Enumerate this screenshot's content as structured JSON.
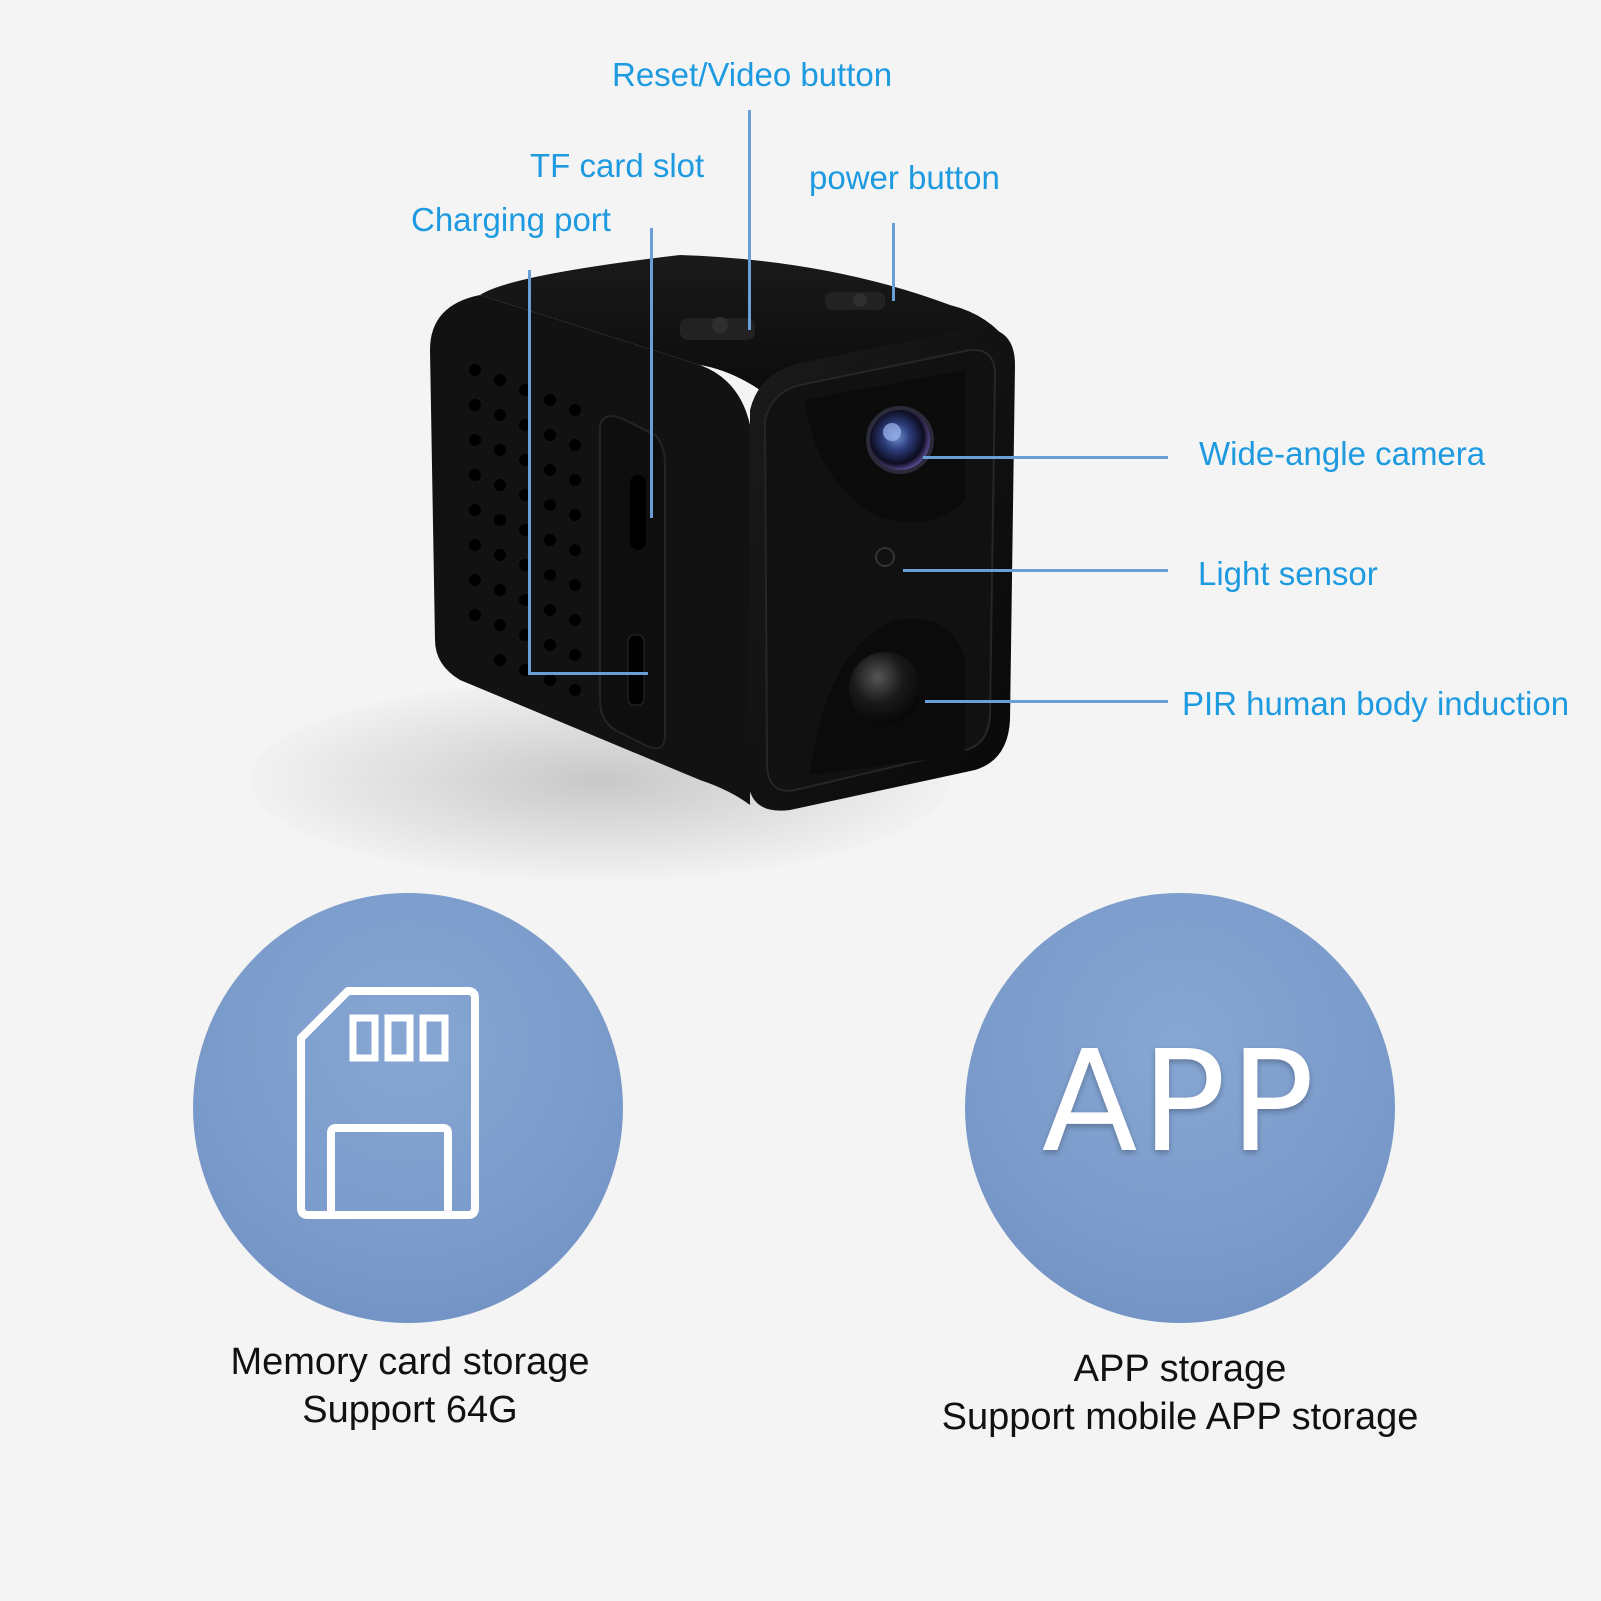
{
  "callouts": {
    "reset_video": "Reset/Video button",
    "tf_card": "TF card slot",
    "charging": "Charging port",
    "power": "power button",
    "wide_angle": "Wide-angle camera",
    "light_sensor": "Light sensor",
    "pir": "PIR human body induction"
  },
  "features": {
    "memory": {
      "line1": "Memory card storage",
      "line2": "Support 64G"
    },
    "app": {
      "icon_text": "APP",
      "line1": "APP storage",
      "line2": "Support mobile APP storage"
    }
  },
  "colors": {
    "callout_text": "#1e9ae0",
    "leader_line": "#6a9ed8",
    "circle_fill": "#7b9bcb",
    "background": "#f4f4f4"
  },
  "icons": [
    "sd-card-icon",
    "camera-device-illustration"
  ]
}
